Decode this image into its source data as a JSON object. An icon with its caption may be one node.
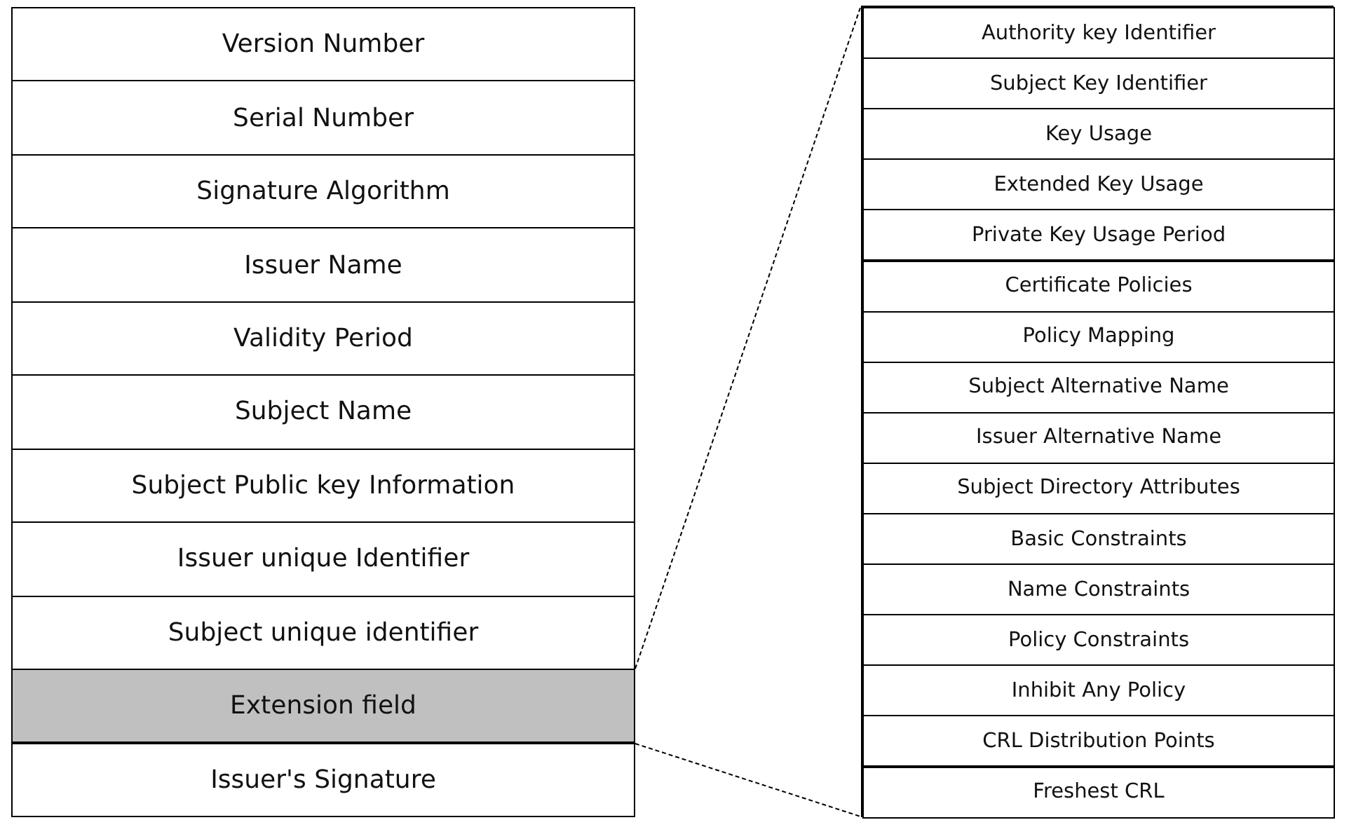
{
  "diagram": {
    "nodes": [
      {
        "text": [
          "Version Number"
        ]
      },
      {
        "text": [
          "Serial Number"
        ]
      },
      {
        "text": [
          "Signature Algorithm"
        ]
      },
      {
        "text": [
          "Issuer Name"
        ]
      },
      {
        "text": [
          "Validity Period"
        ]
      },
      {
        "text": [
          "Subject Name"
        ]
      },
      {
        "text": [
          "Subject Public key Information"
        ]
      },
      {
        "text": [
          "Issuer unique Identifier"
        ]
      },
      {
        "text": [
          "Subject unique identifier"
        ]
      },
      {
        "text": [
          "Extension field"
        ]
      },
      {
        "text": [
          "Issuer's Signature"
        ]
      },
      {
        "text": [],
        "shape": "box"
      },
      {
        "text": [
          "Authority key Identifier"
        ],
        "in": 11
      },
      {
        "text": [
          "Subject Key Identifier"
        ],
        "in": 11
      },
      {
        "text": [
          "Key Usage"
        ],
        "in": 11
      },
      {
        "text": [
          "Extended Key Usage"
        ],
        "in": 11
      },
      {
        "text": [
          "Private Key Usage Period"
        ],
        "in": 11
      },
      {
        "text": [
          "Certificate Policies"
        ],
        "in": 11
      },
      {
        "text": [
          "Policy Mapping"
        ],
        "in": 11
      },
      {
        "text": [
          "Subject Alternative Name"
        ],
        "in": 11
      },
      {
        "text": [
          "Issuer Alternative Name"
        ],
        "in": 11
      },
      {
        "text": [
          "Subject Directory Attributes"
        ],
        "in": 11
      },
      {
        "text": [
          "Basic Constraints"
        ],
        "in": 11
      },
      {
        "text": [
          "Name Constraints"
        ],
        "in": 11
      },
      {
        "text": [
          "Policy Constraints"
        ],
        "in": 11
      },
      {
        "text": [
          "Inhibit Any Policy"
        ],
        "in": 11
      },
      {
        "text": [
          "CRL Distribution Points"
        ],
        "in": 11
      },
      {
        "text": [
          "Freshest CRL"
        ],
        "in": 11
      }
    ],
    "edges": [
      {
        "from": 9,
        "to": 11,
        "arrow": "none",
        "style": "dashed"
      },
      {
        "from": 9,
        "to": 11,
        "arrow": "none",
        "style": "dashed"
      }
    ]
  }
}
